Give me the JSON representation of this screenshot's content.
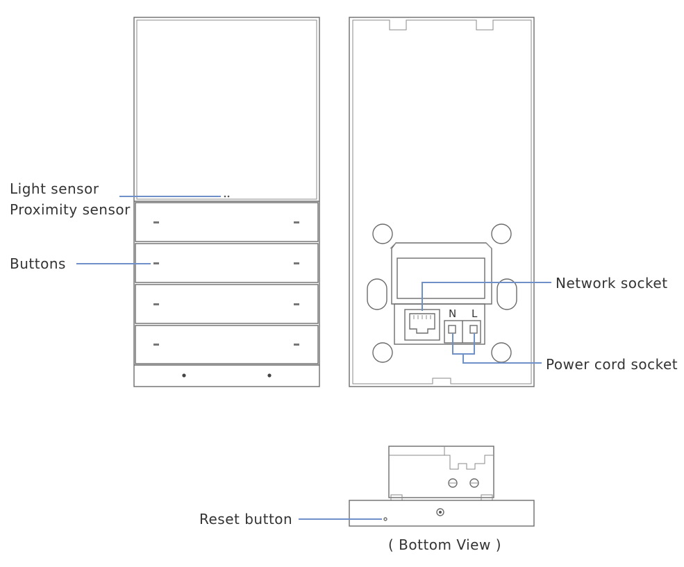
{
  "labels": {
    "light_sensor": "Light sensor",
    "proximity_sensor": "Proximity sensor",
    "buttons": "Buttons",
    "network_socket": "Network socket",
    "power_cord_socket": "Power cord socket",
    "reset_button": "Reset button",
    "bottom_view": "( Bottom View )"
  },
  "terminals": {
    "neutral": "N",
    "live": "L"
  },
  "colors": {
    "outline": "#6b6b6b",
    "leader": "#6f8fc9",
    "text": "#333333"
  }
}
